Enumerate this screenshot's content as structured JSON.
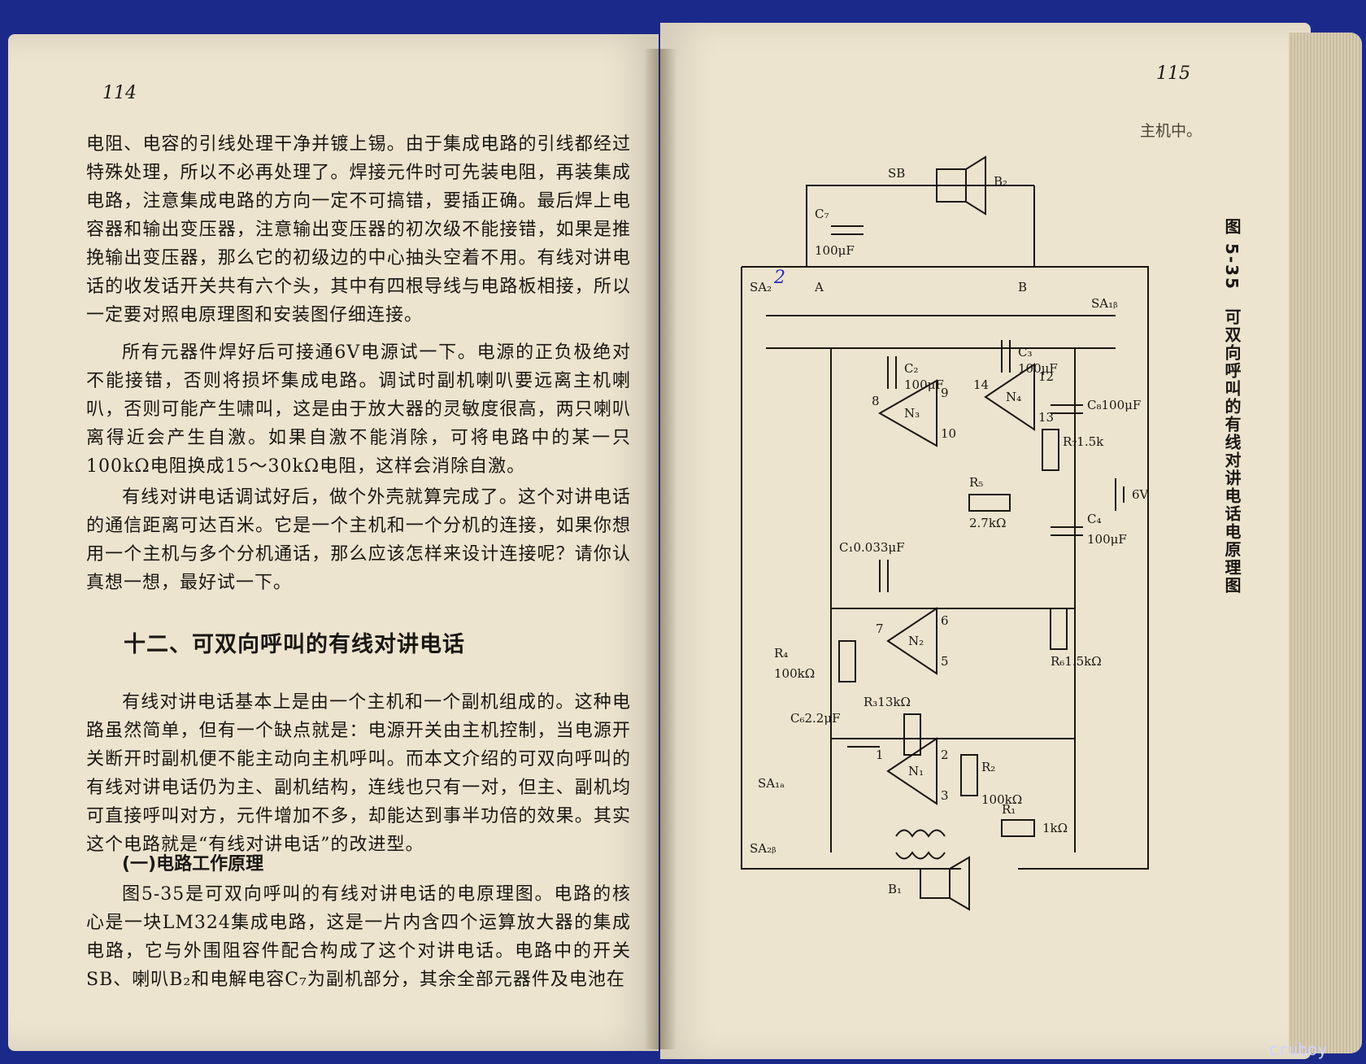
{
  "left_page": {
    "page_number": "114",
    "paragraph1": "电阻、电容的引线处理干净并镀上锡。由于集成电路的引线都经过特殊处理，所以不必再处理了。焊接元件时可先装电阻，再装集成电路，注意集成电路的方向一定不可搞错，要插正确。最后焊上电容器和输出变压器，注意输出变压器的初次级不能接错，如果是推挽输出变压器，那么它的初级边的中心抽头空着不用。有线对讲电话的收发话开关共有六个头，其中有四根导线与电路板相接，所以一定要对照电原理图和安装图仔细连接。",
    "paragraph2": "所有元器件焊好后可接通6V电源试一下。电源的正负极绝对不能接错，否则将损坏集成电路。调试时副机喇叭要远离主机喇叭，否则可能产生啸叫，这是由于放大器的灵敏度很高，两只喇叭离得近会产生自激。如果自激不能消除，可将电路中的某一只100kΩ电阻换成15～30kΩ电阻，这样会消除自激。",
    "paragraph3": "有线对讲电话调试好后，做个外壳就算完成了。这个对讲电话的通信距离可达百米。它是一个主机和一个分机的连接，如果你想用一个主机与多个分机通话，那么应该怎样来设计连接呢？请你认真想一想，最好试一下。",
    "section_title": "十二、可双向呼叫的有线对讲电话",
    "paragraph4": "有线对讲电话基本上是由一个主机和一个副机组成的。这种电路虽然简单，但有一个缺点就是：电源开关由主机控制，当电源开关断开时副机便不能主动向主机呼叫。而本文介绍的可双向呼叫的有线对讲电话仍为主、副机结构，连线也只有一对，但主、副机均可直接呼叫对方，元件增加不多，却能达到事半功倍的效果。其实这个电路就是“有线对讲电话”的改进型。",
    "subsection_title": "(一)电路工作原理",
    "paragraph5": "图5-35是可双向呼叫的有线对讲电话的电原理图。电路的核心是一块LM324集成电路，这是一片内含四个运算放大器的集成电路，它与外围阻容件配合构成了这个对讲电话。电路中的开关SB、喇叭B₂和电解电容C₇为副机部分，其余全部元器件及电池在"
  },
  "right_page": {
    "page_number": "115",
    "partial_top_line": "主机中。",
    "figure_caption": "图 5-35　可双向呼叫的有线对讲电话电原理图",
    "schematic_labels": {
      "b2": "B₂",
      "sb": "SB",
      "c7": "C₇",
      "c7_val": "100μF",
      "sa2": "SA₂",
      "node_a": "A",
      "node_b": "B",
      "sa1b": "SA₁ᵦ",
      "c2": "C₂",
      "c2_val": "100μF",
      "c3": "C₃",
      "c3_val": "100μF",
      "n3": "N₃",
      "n4": "N₄",
      "pin8": "8",
      "pin9": "9",
      "pin10": "10",
      "pin14": "14",
      "pin12": "12",
      "pin13": "13",
      "r7": "R₇1.5k",
      "c8": "C₈100μF",
      "bat": "6V",
      "r5": "R₅",
      "r5_val": "2.7kΩ",
      "c1": "C₁0.033μF",
      "c4": "C₄",
      "c4_val": "100μF",
      "r4": "R₄",
      "r4_val": "100kΩ",
      "n2": "N₂",
      "pin7": "7",
      "pin6": "6",
      "pin5": "5",
      "r6": "R₆1.5kΩ",
      "c6": "C₆2.2μF",
      "r3": "R₃13kΩ",
      "sa1a": "SA₁ₐ",
      "n1": "N₁",
      "pin1": "1",
      "pin2": "2",
      "pin3": "3",
      "r2": "R₂",
      "r2_val": "100kΩ",
      "r1": "R₁",
      "r1_val": "1kΩ",
      "sa2b": "SA₂ᵦ",
      "b1": "B₁",
      "handwritten_mark": "2"
    }
  },
  "watermark": "cruboy"
}
